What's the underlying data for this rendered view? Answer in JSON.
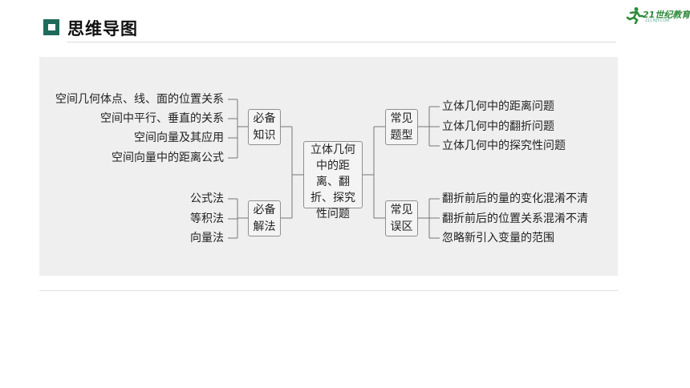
{
  "header": {
    "title": "思维导图"
  },
  "logo": {
    "text": "21世纪教育",
    "sub": "21CNJY.COM"
  },
  "center": {
    "label": "立体几何中的距离、翻折、探究性问题"
  },
  "left_groups": [
    {
      "label": "必备知识",
      "items": [
        "空间几何体点、线、面的位置关系",
        "空间中平行、垂直的关系",
        "空间向量及其应用",
        "空间向量中的距离公式"
      ]
    },
    {
      "label": "必备解法",
      "items": [
        "公式法",
        "等积法",
        "向量法"
      ]
    }
  ],
  "right_groups": [
    {
      "label": "常见题型",
      "items": [
        "立体几何中的距离问题",
        "立体几何中的翻折问题",
        "立体几何中的探究性问题"
      ]
    },
    {
      "label": "常见误区",
      "items": [
        "翻折前后的量的变化混淆不清",
        "翻折前后的位置关系混淆不清",
        "忽略新引入变量的范围"
      ]
    }
  ]
}
